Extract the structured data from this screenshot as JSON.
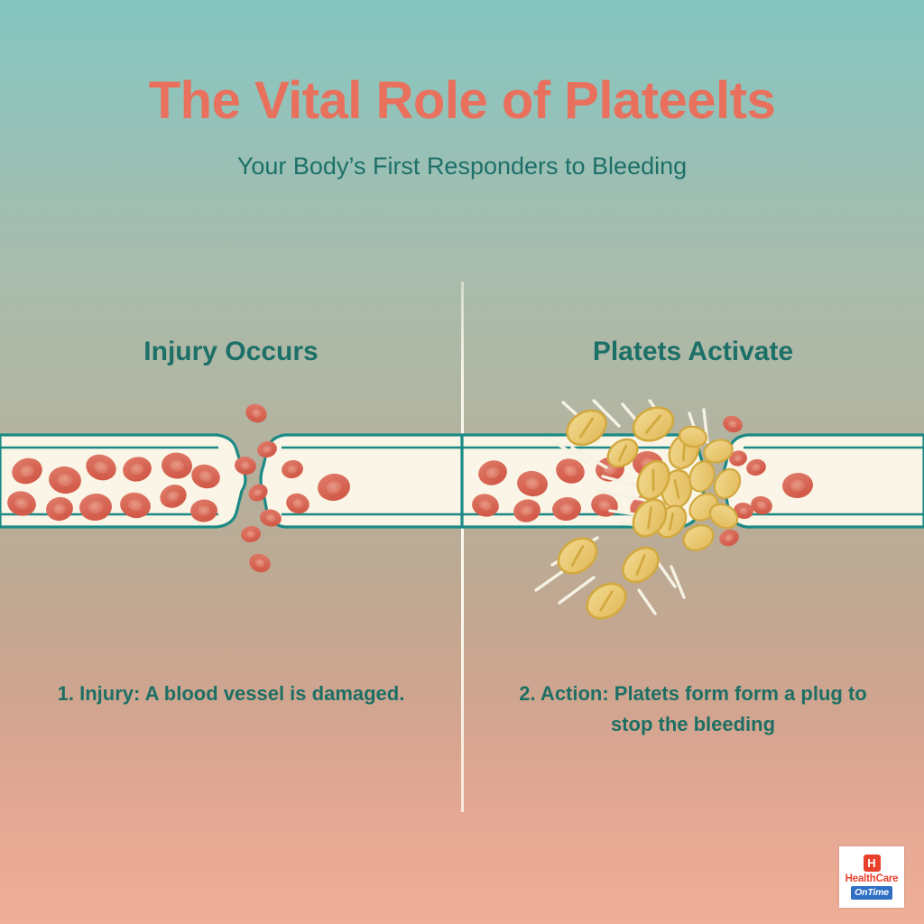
{
  "header": {
    "title": "The Vital Role of Plateelts",
    "subtitle": "Your Body’s First Responders to Bleeding"
  },
  "panels": [
    {
      "id": "injury",
      "heading": "Injury Occurs",
      "caption": "1. Injury: A blood vessel is damaged.",
      "diagram_name": "damaged-blood-vessel-diagram"
    },
    {
      "id": "activation",
      "heading": "Platets Activate",
      "caption": "2. Action: Platets form form a plug to stop the bleeding",
      "diagram_name": "platelet-plug-diagram"
    }
  ],
  "logo": {
    "mark_letter": "H",
    "word_primary": "HealthCare",
    "word_secondary": "OnTime"
  },
  "colors": {
    "title": "#e8705c",
    "heading": "#1d7068",
    "caption": "#1d6f64",
    "vessel_wall": "#1b8a86",
    "vessel_fill": "#faf5e6",
    "red_blood_cell": "#d9604f",
    "red_blood_cell_light": "#e08a79",
    "platelet": "#e9c877",
    "platelet_edge": "#d2a93f",
    "fibrin": "#f5f2e4",
    "background_top": "#83c4be",
    "background_bottom": "#eeae97",
    "divider": "#fdfbf0",
    "logo_red": "#e8402a",
    "logo_blue": "#2f6fc4"
  }
}
